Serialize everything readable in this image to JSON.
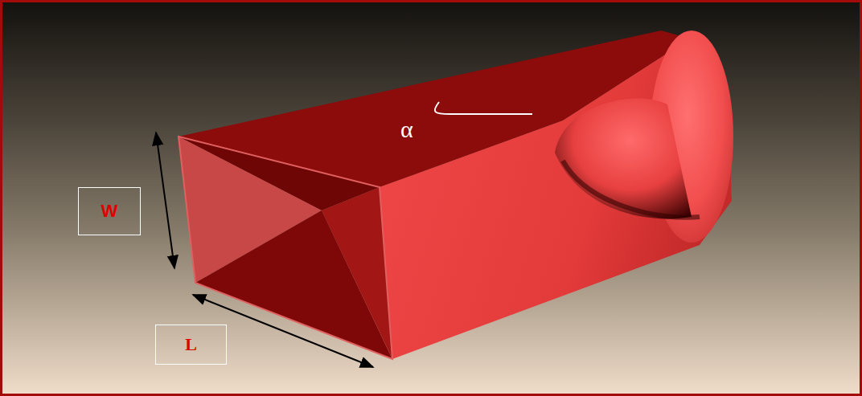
{
  "diagram": {
    "nodes": [
      {
        "text": [
          "W"
        ]
      },
      {
        "text": [
          "L"
        ]
      }
    ],
    "labels": [
      "α"
    ]
  }
}
